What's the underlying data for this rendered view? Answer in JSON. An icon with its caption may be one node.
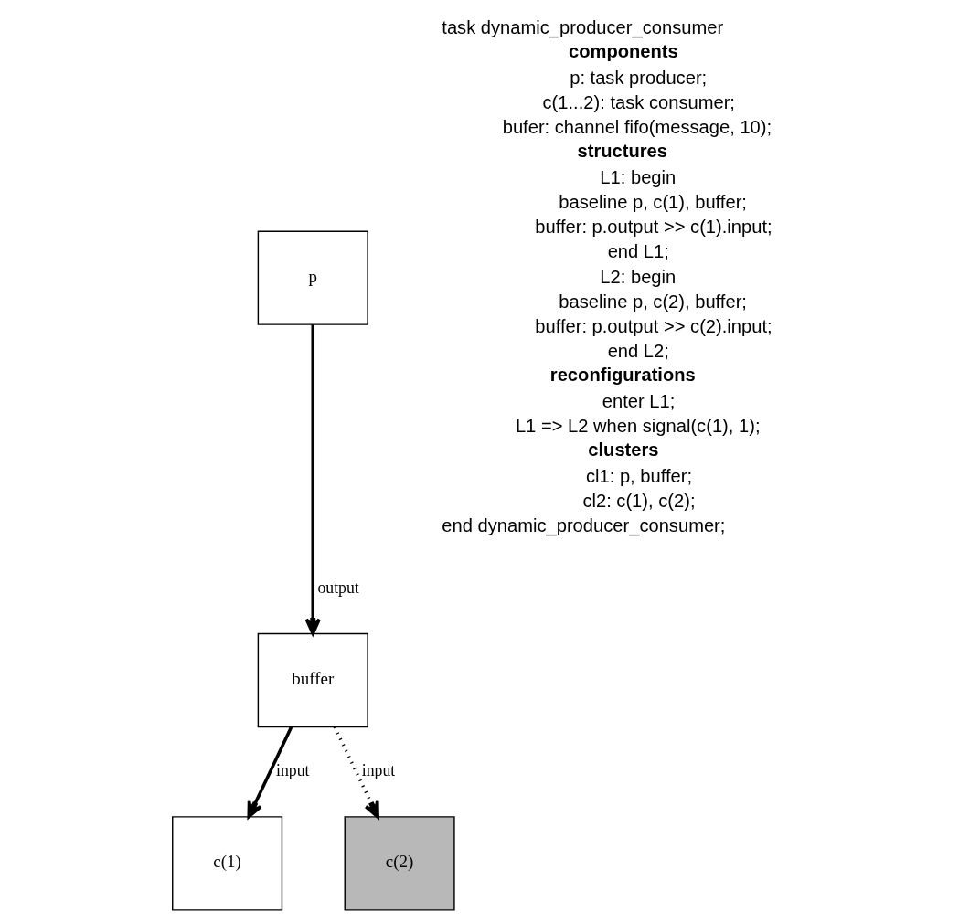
{
  "diagram": {
    "nodes": [
      {
        "text": [
          "p"
        ]
      },
      {
        "text": [
          "buffer"
        ]
      },
      {
        "text": [
          "c(1)"
        ]
      },
      {
        "text": [
          "c(2)"
        ]
      }
    ],
    "edges": [
      {
        "from": 0,
        "to": 1,
        "arrow": "to",
        "label": "output"
      },
      {
        "from": 1,
        "to": 2,
        "arrow": "to",
        "label": "input"
      },
      {
        "from": 1,
        "to": 3,
        "arrow": "to",
        "label": "input",
        "style": "dashed"
      }
    ],
    "labels": [
      "task dynamic_producer_consumer",
      "components",
      "p: task producer;",
      "c(1...2): task consumer;",
      "bufer: channel fifo(message, 10);",
      "structures",
      "L1: begin",
      "baseline p, c(1), buffer;",
      "buffer: p.output >> c(1).input;",
      "end L1;",
      "L2: begin",
      "baseline p, c(2), buffer;",
      "buffer: p.output >> c(2).input;",
      "end L2;",
      "reconfigurations",
      "enter L1;",
      "L1 => L2 when signal(c(1), 1);",
      "clusters",
      "cl1: p, buffer;",
      "cl2: c(1), c(2);",
      "end dynamic_producer_consumer;"
    ]
  }
}
